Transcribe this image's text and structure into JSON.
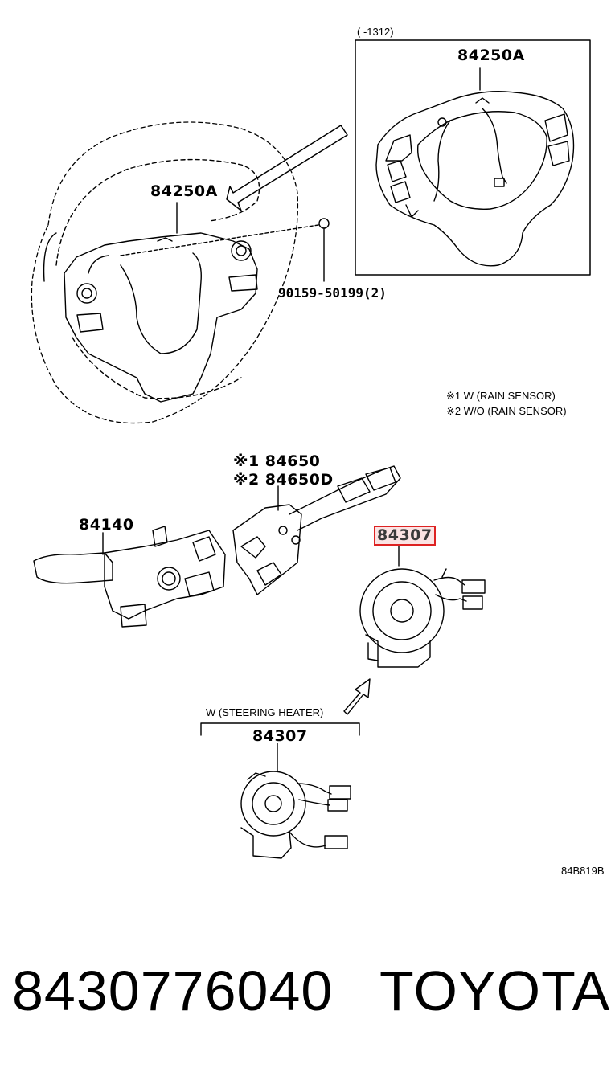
{
  "inset": {
    "date_range": "(       -1312)",
    "part_label": "84250A"
  },
  "wheel": {
    "part_label": "84250A",
    "bolt_label": "90159-50199(2)"
  },
  "notes": {
    "note1": "※1 W (RAIN SENSOR)",
    "note2": "※2 W/O (RAIN SENSOR)"
  },
  "switch_assy": {
    "label1": "※1 84650",
    "label2": "※2 84650D"
  },
  "turn_switch": {
    "label": "84140"
  },
  "spiral_cable": {
    "label": "84307",
    "highlighted": true,
    "highlight_color": "#d22222"
  },
  "heater_variant": {
    "caption": "W (STEERING HEATER)",
    "label": "84307"
  },
  "diagram_code": "84B819B",
  "footer": {
    "part_number": "8430776040",
    "brand": "TOYOTA"
  }
}
